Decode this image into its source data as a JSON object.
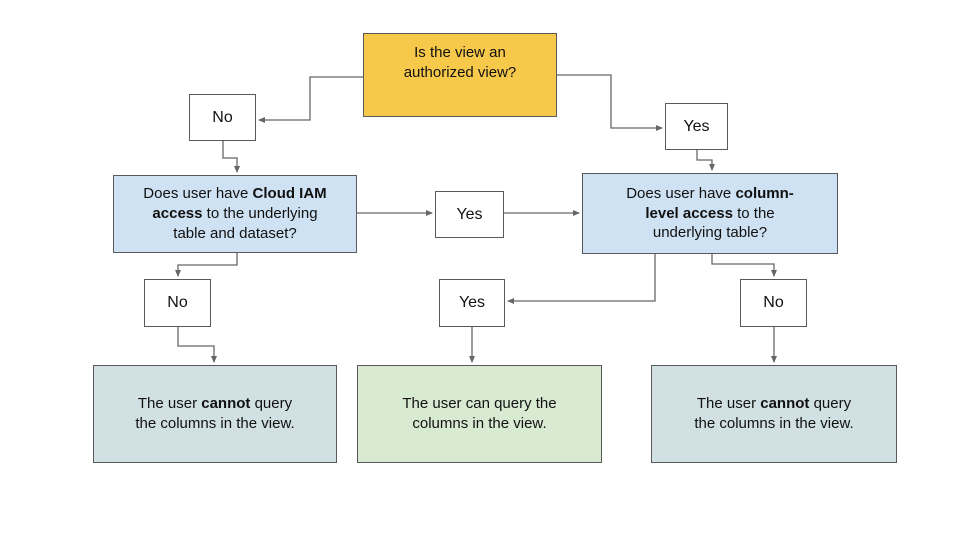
{
  "flowchart": {
    "root": {
      "label": "Is the view an authorized view?"
    },
    "auth_no": {
      "label": "No"
    },
    "auth_yes": {
      "label": "Yes"
    },
    "iam_question": {
      "before": "Does user have ",
      "bold": "Cloud IAM access",
      "after": " to the underlying table and dataset?"
    },
    "iam_yes": {
      "label": "Yes"
    },
    "column_question": {
      "before": "Does user have ",
      "bold": "column-level access",
      "after": " to the underlying table?"
    },
    "iam_no": {
      "label": "No"
    },
    "column_yes": {
      "label": "Yes"
    },
    "column_no": {
      "label": "No"
    },
    "result_left": {
      "before": "The user ",
      "bold": "cannot",
      "after": " query the columns in the view."
    },
    "result_center": {
      "before": "The user can query the columns in the view.",
      "bold": "",
      "after": ""
    },
    "result_right": {
      "before": "The user ",
      "bold": "cannot",
      "after": " query the columns in the view."
    }
  },
  "colors": {
    "root_fill": "#F7C94B",
    "question_fill": "#CFE2F3",
    "result_cannot_fill": "#D0E0E3",
    "result_can_fill": "#D9EAD3",
    "node_border": "#595959",
    "connector": "#666666"
  }
}
